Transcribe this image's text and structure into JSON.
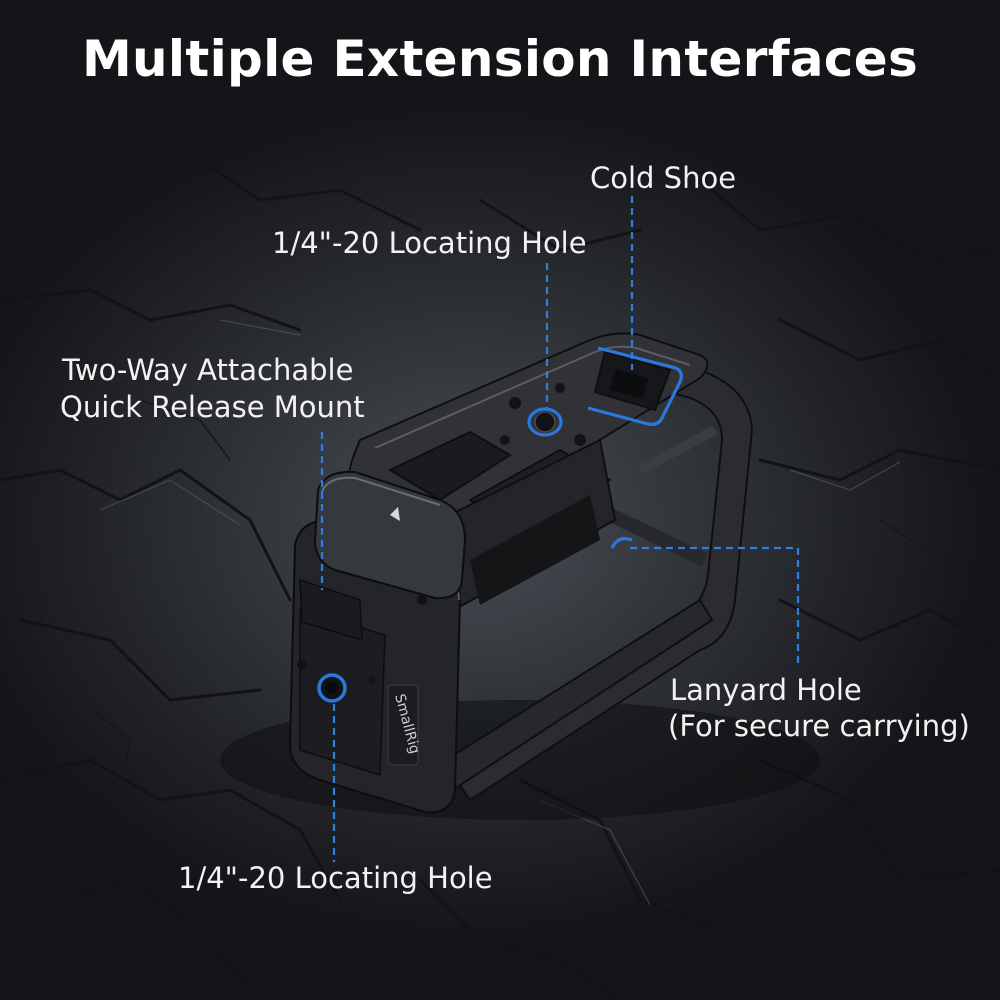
{
  "title": "Multiple Extension Interfaces",
  "labels": {
    "cold_shoe": "Cold Shoe",
    "top_locating_hole": "1/4\"-20 Locating Hole",
    "quick_release_line1": "Two-Way Attachable",
    "quick_release_line2": "Quick Release Mount",
    "lanyard_line1": "Lanyard Hole",
    "lanyard_line2": "(For secure carrying)",
    "bottom_locating_hole": "1/4\"-20 Locating Hole"
  },
  "brand_mark": "SmallRig",
  "colors": {
    "accent": "#2a78de",
    "text": "#ffffff",
    "background": "#2b2d31"
  }
}
